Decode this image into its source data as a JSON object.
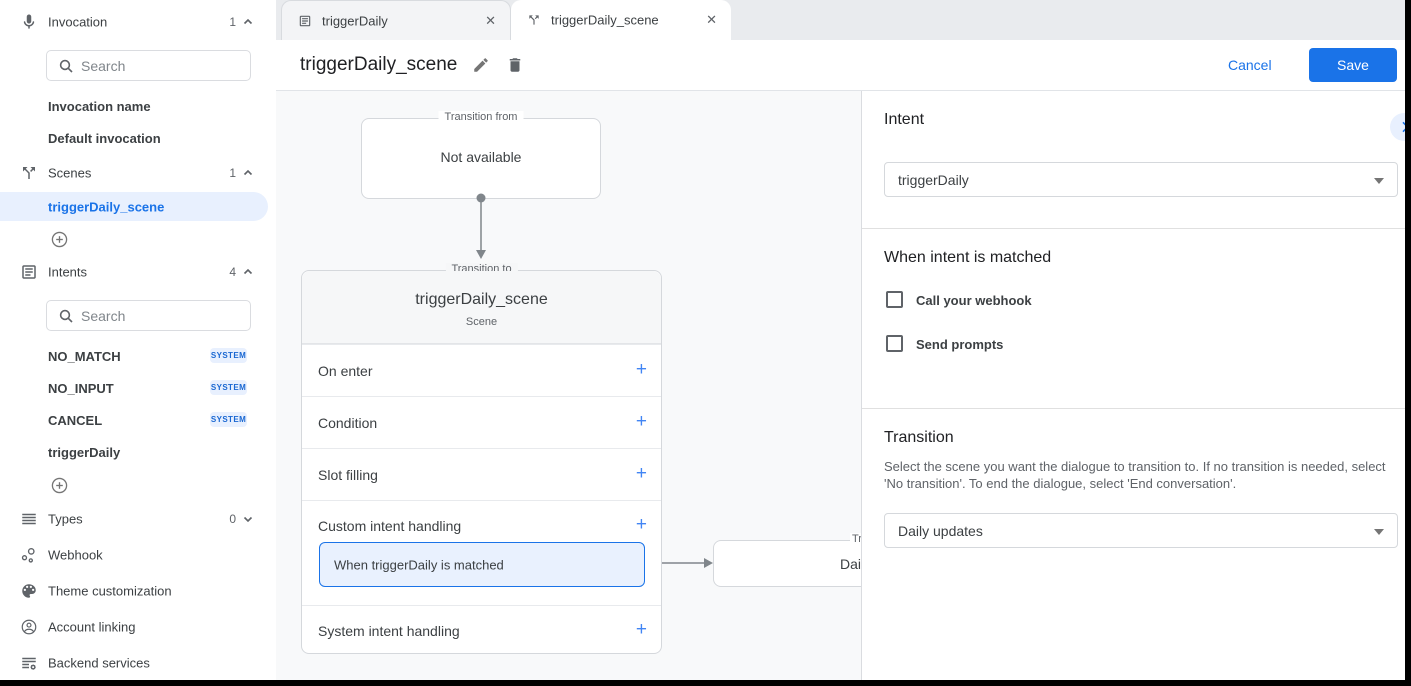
{
  "colors": {
    "accent": "#1a73e8",
    "selected_bg": "#e8f0fe",
    "badge_text": "#1967d2",
    "canvas_bg": "#f8f9fa",
    "border": "#dadce0"
  },
  "glyphs": {
    "plus": "+",
    "close": "✕"
  },
  "sidebar": {
    "invocation": {
      "label": "Invocation",
      "count": "1",
      "search_placeholder": "Search",
      "items": [
        {
          "label": "Invocation name"
        },
        {
          "label": "Default invocation"
        }
      ]
    },
    "scenes": {
      "label": "Scenes",
      "count": "1",
      "selected": "triggerDaily_scene"
    },
    "intents": {
      "label": "Intents",
      "count": "4",
      "search_placeholder": "Search",
      "items": [
        {
          "label": "NO_MATCH",
          "badge": "SYSTEM"
        },
        {
          "label": "NO_INPUT",
          "badge": "SYSTEM"
        },
        {
          "label": "CANCEL",
          "badge": "SYSTEM"
        },
        {
          "label": "triggerDaily",
          "badge": ""
        }
      ]
    },
    "types": {
      "label": "Types",
      "count": "0"
    },
    "links": [
      {
        "label": "Webhook"
      },
      {
        "label": "Theme customization"
      },
      {
        "label": "Account linking"
      },
      {
        "label": "Backend services"
      }
    ]
  },
  "tabs": [
    {
      "label": "triggerDaily"
    },
    {
      "label": "triggerDaily_scene"
    }
  ],
  "header": {
    "title": "triggerDaily_scene",
    "cancel": "Cancel",
    "save": "Save"
  },
  "canvas": {
    "from_box": {
      "legend": "Transition from",
      "text": "Not available"
    },
    "to_box": {
      "legend": "Transition to",
      "title": "triggerDaily_scene",
      "subtitle": "Scene",
      "rows": [
        {
          "label": "On enter"
        },
        {
          "label": "Condition"
        },
        {
          "label": "Slot filling"
        },
        {
          "label": "Custom intent handling"
        },
        {
          "label": "System intent handling"
        }
      ],
      "sub_item": "When triggerDaily is matched"
    },
    "next_box": {
      "legend": "Tr",
      "text": "Dail"
    }
  },
  "panel": {
    "intent": {
      "heading": "Intent",
      "value": "triggerDaily"
    },
    "matched": {
      "heading": "When intent is matched",
      "checkboxes": [
        {
          "label": "Call your webhook",
          "checked": false
        },
        {
          "label": "Send prompts",
          "checked": false
        }
      ]
    },
    "transition": {
      "heading": "Transition",
      "description": "Select the scene you want the dialogue to transition to. If no transition is needed, select 'No transition'. To end the dialogue, select 'End conversation'.",
      "value": "Daily updates"
    }
  }
}
